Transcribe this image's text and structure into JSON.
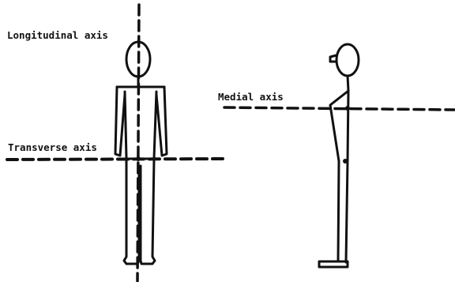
{
  "labels": {
    "longitudinal": "Longitudinal axis",
    "transverse": "Transverse axis",
    "medial": "Medial axis"
  },
  "colors": {
    "ink": "#111111",
    "background": "#ffffff"
  }
}
